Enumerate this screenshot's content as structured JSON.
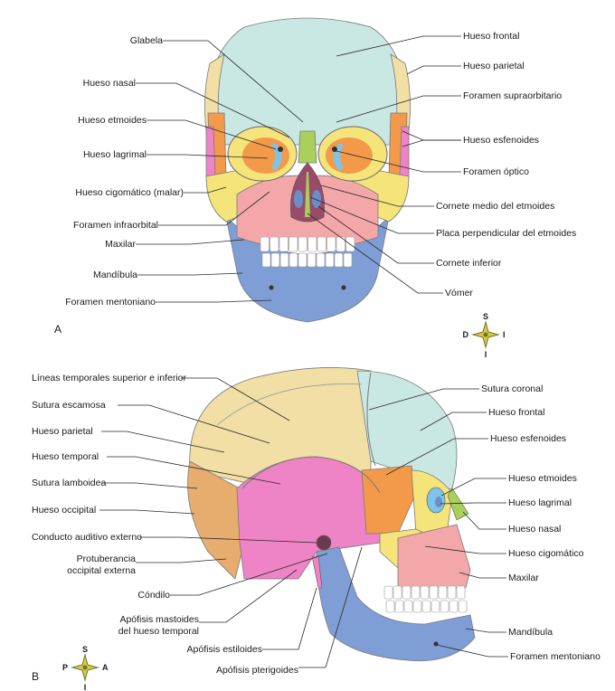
{
  "colors": {
    "frontal": "#c9e7e3",
    "parietal": "#f2dfa6",
    "sphenoid": "#f39a4a",
    "ethmoid": "#7ec4e8",
    "lacrimal": "#8fd1e6",
    "nasal": "#a8d05a",
    "zygomatic": "#f4e47a",
    "maxilla": "#f3a7a9",
    "mandible": "#7f9ed6",
    "temporal": "#ee83c6",
    "occipital": "#e7ad6e",
    "vomer": "#6a8ec8",
    "teeth": "#ffffff"
  },
  "panel_a": {
    "letter": "A",
    "compass": {
      "top": "S",
      "bottom": "I",
      "left": "D",
      "right": "I"
    },
    "labels_left": [
      "Glabela",
      "Hueso nasal",
      "Hueso etmoides",
      "Hueso lagrimal",
      "Hueso cigomático (malar)",
      "Foramen infraorbital",
      "Maxilar",
      "Mandíbula",
      "Foramen mentoniano"
    ],
    "labels_right": [
      "Hueso frontal",
      "Hueso parietal",
      "Foramen supraorbitario",
      "Hueso esfenoides",
      "Foramen óptico",
      "Cornete medio del etmoides",
      "Placa perpendicular del etmoides",
      "Cornete inferior",
      "Vómer"
    ]
  },
  "panel_b": {
    "letter": "B",
    "compass": {
      "top": "S",
      "bottom": "I",
      "left": "P",
      "right": "A"
    },
    "labels_left": [
      "Líneas temporales superior e inferior",
      "Sutura escamosa",
      "Hueso parietal",
      "Hueso temporal",
      "Sutura lamboidea",
      "Hueso occipital",
      "Conducto auditivo externo",
      "Protuberancia",
      "occipital externa",
      "Cóndilo",
      "Apófisis mastoides",
      "del hueso temporal",
      "Apófisis estiloides",
      "Apófisis pterigoides"
    ],
    "labels_right": [
      "Sutura coronal",
      "Hueso frontal",
      "Hueso esfenoides",
      "Hueso etmoides",
      "Hueso lagrimal",
      "Hueso nasal",
      "Hueso cigomático",
      "Maxilar",
      "Mandíbula",
      "Foramen mentoniano"
    ]
  }
}
